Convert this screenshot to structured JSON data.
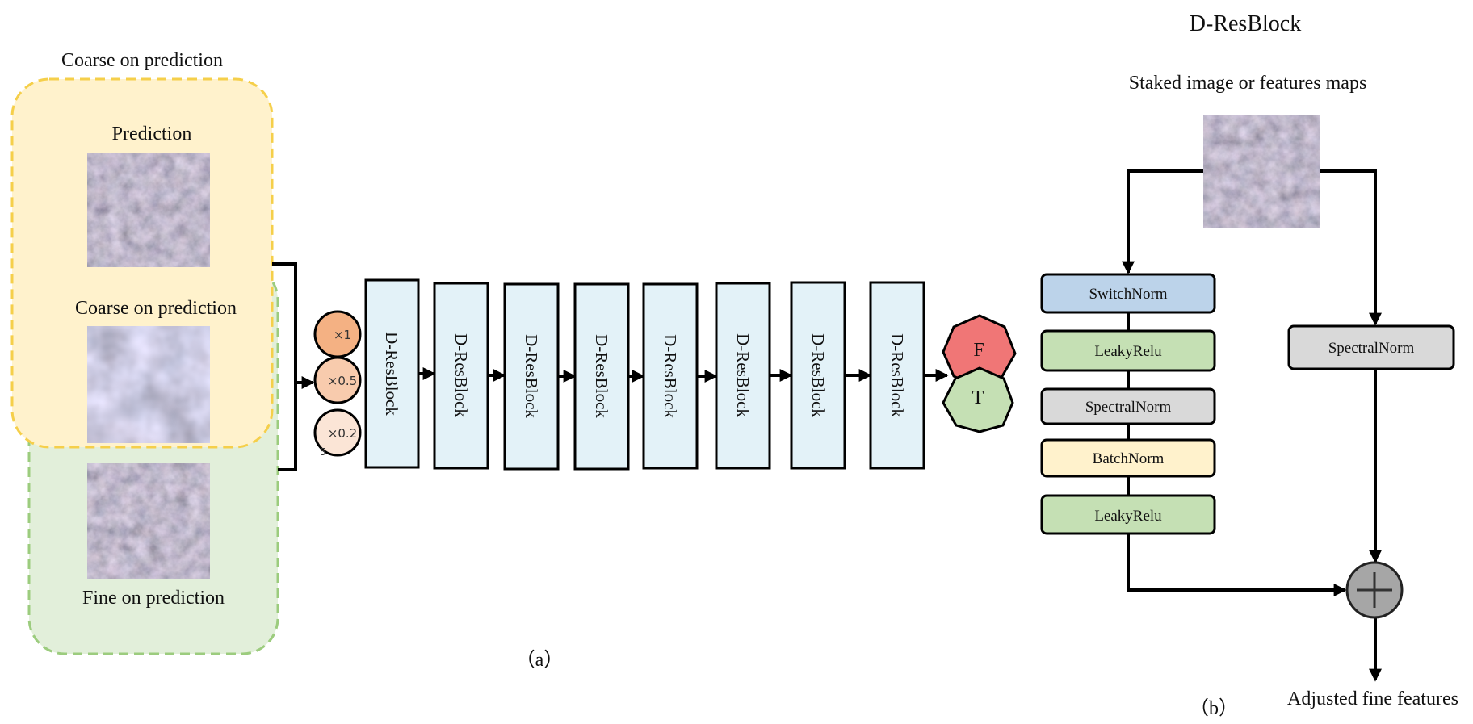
{
  "panel_a": {
    "caption": "（a）",
    "input_panel": {
      "header": "Coarse on prediction",
      "inputs": [
        {
          "label": "Prediction"
        },
        {
          "label": "Coarse on prediction"
        },
        {
          "label": "Fine on prediction"
        }
      ]
    },
    "scales": [
      "×1",
      "×0.5",
      "×0.2"
    ],
    "scales_overflow": "5",
    "blocks": [
      "D-ResBlock",
      "D-ResBlock",
      "D-ResBlock",
      "D-ResBlock",
      "D-ResBlock",
      "D-ResBlock",
      "D-ResBlock",
      "D-ResBlock"
    ],
    "outputs": {
      "false_label": "F",
      "true_label": "T"
    }
  },
  "panel_b": {
    "title": "D-ResBlock",
    "caption": "（b）",
    "input_label": "Staked image or features maps",
    "main_path": [
      {
        "label": "SwitchNorm",
        "color": "#bcd3ea"
      },
      {
        "label": "LeakyRelu",
        "color": "#c5e0b4"
      },
      {
        "label": "SpectralNorm",
        "color": "#d9d9d9"
      },
      {
        "label": "BatchNorm",
        "color": "#fff2cc"
      },
      {
        "label": "LeakyRelu",
        "color": "#c5e0b4"
      }
    ],
    "skip_path": {
      "label": "SpectralNorm",
      "color": "#d9d9d9"
    },
    "output_label": "Adjusted fine features"
  },
  "colors": {
    "coarse_panel_fill": "#fff2cc",
    "coarse_panel_border": "#f5cf4a",
    "fine_panel_fill": "#e2efda",
    "fine_panel_border": "#9ccc7e",
    "block_fill": "#e3f2f8",
    "scale_1": "#f4b183",
    "scale_05": "#f8cbad",
    "scale_02": "#fbe5d6",
    "false_node": "#f07676",
    "true_node": "#c5e0b4",
    "adder": "#a6a6a6"
  }
}
